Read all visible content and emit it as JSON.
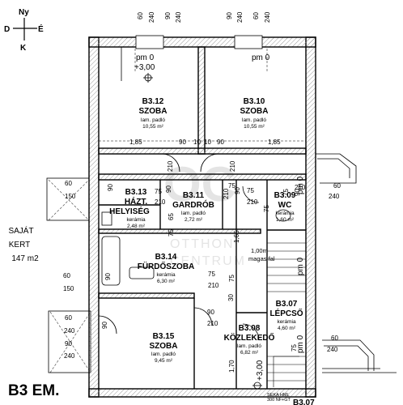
{
  "compass": {
    "north": "Ny",
    "west": "D",
    "east": "É",
    "south": "K"
  },
  "floor_title": "B3 EM.",
  "garden": {
    "line1": "SAJÁT",
    "line2": "KERT",
    "area": "147 m2"
  },
  "watermark": {
    "logo": "OC",
    "line1": "OTTHON",
    "line2": "CENTRUM"
  },
  "rooms": {
    "r312": {
      "code": "B3.12",
      "name": "SZOBA",
      "material": "lam. padló",
      "area": "10,55 m²"
    },
    "r310": {
      "code": "B3.10",
      "name": "SZOBA",
      "material": "lam. padló",
      "area": "10,55 m²"
    },
    "r313": {
      "code": "B3.13",
      "name1": "HÁZT.",
      "name2": "HELYISÉG",
      "material": "kerámia",
      "area": "2,48 m²"
    },
    "r311": {
      "code": "B3.11",
      "name": "GARDRÓB",
      "material": "lam. padló",
      "area": "2,72 m²"
    },
    "r309": {
      "code": "B3.09",
      "name": "WC",
      "material": "kerámia",
      "area": "1,60 m²"
    },
    "r314": {
      "code": "B3.14",
      "name": "FÜRDŐSZOBA",
      "material": "kerámia",
      "area": "6,30 m²"
    },
    "r307": {
      "code": "B3.07",
      "name": "LÉPCSŐ",
      "material": "kerámia",
      "area": "4,60 m²"
    },
    "r315": {
      "code": "B3.15",
      "name": "SZOBA",
      "material": "lam. padló",
      "area": "9,45 m²"
    },
    "r308": {
      "code": "B3.08",
      "name": "KÖZLEKEDŐ",
      "material": "lam. padló",
      "area": "6,82 m²"
    },
    "r307b": {
      "code": "B3.07"
    }
  },
  "levels": {
    "pm0_a": "pm 0",
    "plus300_a": "+3,00",
    "pm0_b": "pm 0",
    "pm0_c": "pm 0",
    "pm0_d": "pm 0",
    "pm0_e": "pm 0",
    "plus300_b": "+3,00"
  },
  "notes": {
    "wall_height": "1,00m",
    "wall_label": "magas fal",
    "rail_1": "SEKA HML",
    "rail_2": "300 NF+GT"
  },
  "dims": {
    "top_a": "60",
    "top_b": "240",
    "top_c": "90",
    "top_d": "240",
    "top_e": "90",
    "top_f": "240",
    "top_g": "60",
    "top_h": "240",
    "w_185a": "1,85",
    "w_90a": "90",
    "w_10a": "10",
    "w_10b": "10",
    "w_90b": "90",
    "w_185b": "1,85",
    "v_210a": "210",
    "v_210b": "210",
    "v_90a": "90",
    "v_75a": "75",
    "v_210c": "210",
    "v_90b": "90",
    "v_75b": "75",
    "v_210d": "210",
    "v_75c": "75",
    "v_210e": "210",
    "v_90c": "90",
    "v_75d": "75",
    "v_210f": "210",
    "v_65": "65",
    "v_75e": "75",
    "v_90d": "90",
    "v_75f": "75",
    "v_165": "1,65",
    "v_75g": "75",
    "v_210g": "210",
    "v_75h": "75",
    "v_90e": "90",
    "v_30": "30",
    "v_90f": "90",
    "v_210h": "210",
    "v_90g": "90",
    "v_170": "1,70",
    "v_75i": "75",
    "left_60a": "60",
    "left_150a": "150",
    "left_60b": "60",
    "left_150b": "150",
    "left_60c": "60",
    "left_240a": "240",
    "left_90": "90",
    "left_240b": "240",
    "right_60a": "60",
    "right_240a": "240",
    "right_60b": "60",
    "right_240b": "240"
  }
}
